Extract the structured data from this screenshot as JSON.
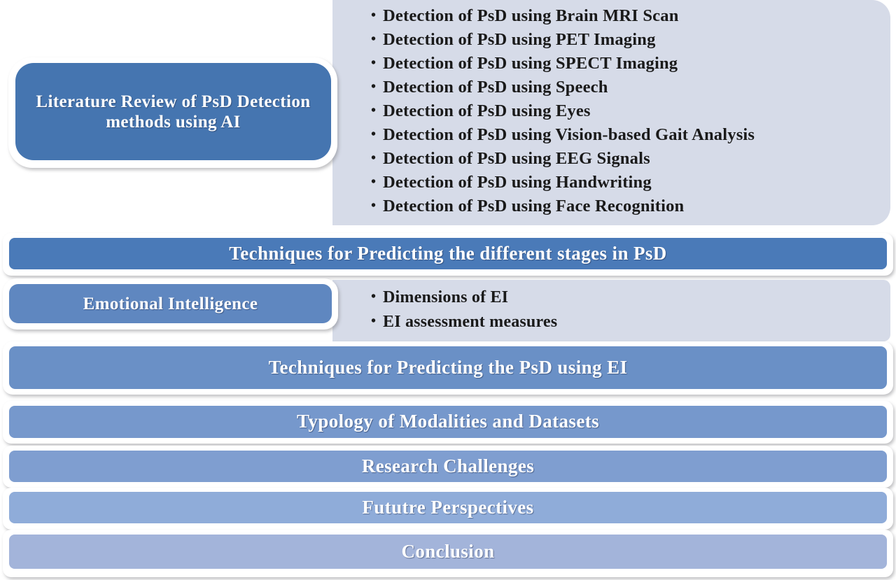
{
  "diagram": {
    "title": "Survey structure outline for PsD detection using AI and EI",
    "nodes": {
      "literature_review": {
        "label": "Literature  Review  of PsD Detection\nmethods  using AI",
        "color": "#4575b0"
      },
      "techniques_stages": {
        "label": "Techniques  for Predicting the  different  stages in PsD",
        "color": "#4a7ab8"
      },
      "emotional_intelligence": {
        "label": "Emotional  Intelligence",
        "color": "#5f87c0"
      },
      "techniques_ei": {
        "label": "Techniques  for Predicting the  PsD using EI",
        "color": "#6a90c6"
      },
      "typology": {
        "label": "Typology  of Modalities  and  Datasets",
        "color": "#7698cc"
      },
      "research_challenges": {
        "label": "Research  Challenges",
        "color": "#7f9ed0"
      },
      "future_perspectives": {
        "label": "Fututre  Perspectives",
        "color": "#8facd9"
      },
      "conclusion": {
        "label": "Conclusion",
        "color": "#a3b4da"
      }
    },
    "detection_methods": [
      "Detection of PsD using Brain  MRI  Scan",
      "Detection of PsD using PET  Imaging",
      "Detection of PsD using SPECT   Imaging",
      "Detection of PsD using Speech",
      "Detection of PsD using Eyes",
      "Detection of PsD using Vision-based Gait  Analysis",
      "Detection of PsD using EEG   Signals",
      "Detection of PsD using Handwriting",
      "Detection of PsD using Face Recognition"
    ],
    "ei_items": [
      "Dimensions of EI",
      "EI  assessment measures"
    ],
    "palette": {
      "panel_background": "#d6dbe8",
      "page_background": "#ffffff",
      "text_on_blue": "#ffffff",
      "bullet_text": "#1a1a1a"
    }
  }
}
